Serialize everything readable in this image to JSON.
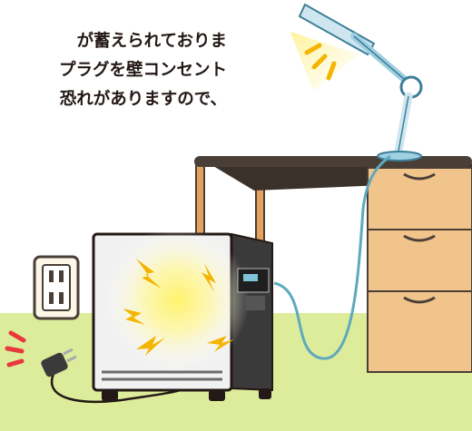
{
  "caption": {
    "line1": "が蓄えられておりま",
    "line2": "プラグを壁コンセント",
    "line3": "恐れがありますので、"
  },
  "icons": {
    "lamp": "desk-lamp-icon",
    "desk": "desk-icon",
    "battery": "portable-power-station-icon",
    "outlet": "wall-outlet-icon",
    "plug": "power-plug-icon"
  },
  "colors": {
    "floor": "#dcec9a",
    "desk_top": "#4a3f37",
    "drawer": "#f0c48b",
    "cable": "#5fa9bf",
    "lamp_light": "#fff3a0",
    "warning": "#e8383d"
  }
}
